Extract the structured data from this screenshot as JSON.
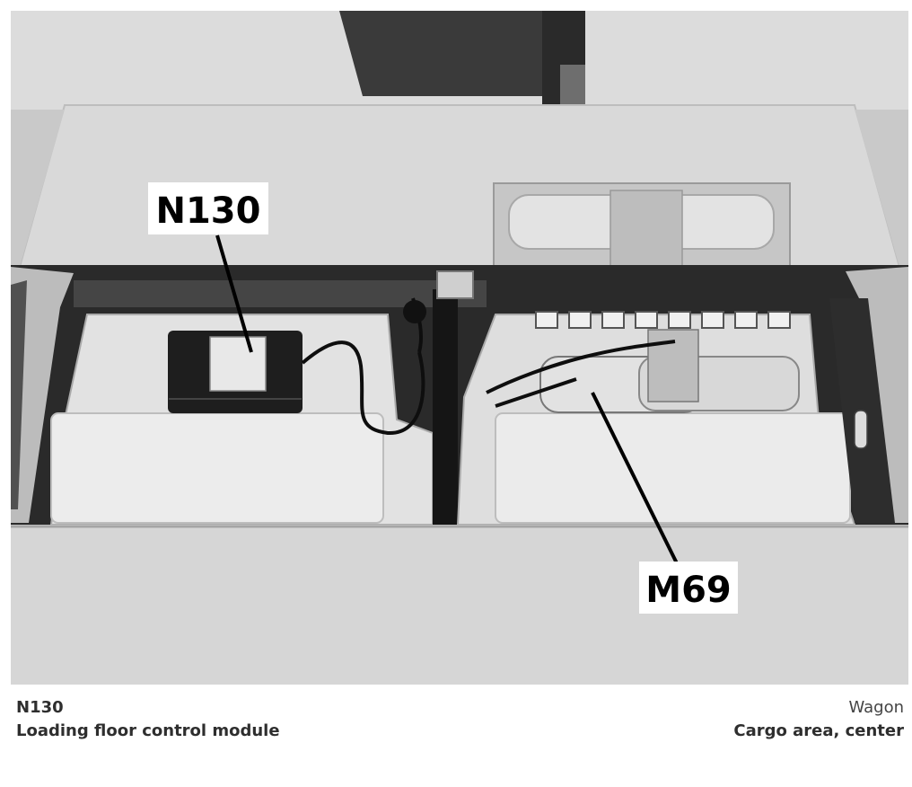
{
  "figure": {
    "callouts": [
      {
        "id": "n130",
        "label": "N130"
      },
      {
        "id": "m69",
        "label": "M69"
      }
    ]
  },
  "caption": {
    "component_code": "N130",
    "component_description": "Loading floor control module",
    "vehicle_variant": "Wagon",
    "location": "Cargo area, center"
  }
}
